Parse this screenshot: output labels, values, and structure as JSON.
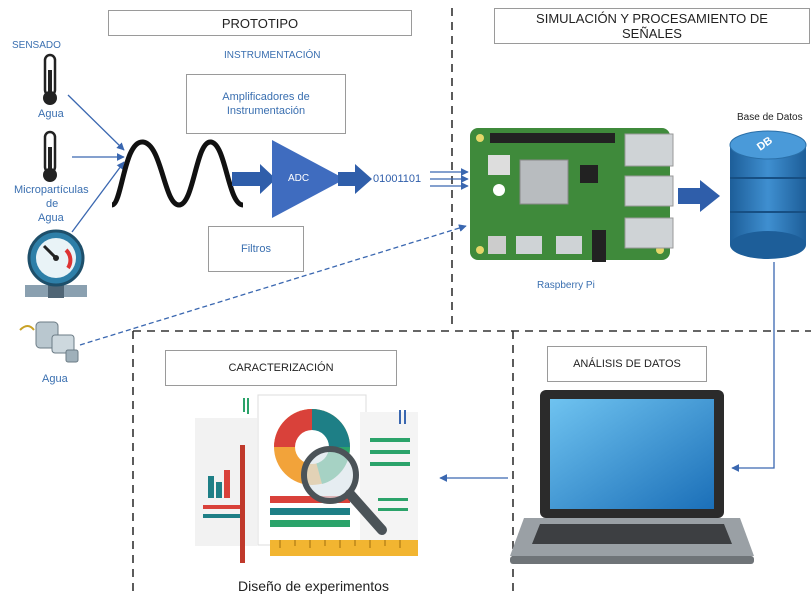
{
  "sections": {
    "prototipo": "PROTOTIPO",
    "simulacion": "SIMULACIÓN Y PROCESAMIENTO DE SEÑALES",
    "caracterizacion": "CARACTERIZACIÓN",
    "analisis": "ANÁLISIS DE DATOS"
  },
  "labels": {
    "sensado": "SENSADO",
    "instrumentacion": "INSTRUMENTACIÓN",
    "agua1": "Agua",
    "micro_l1": "Micropartículas",
    "micro_l2": "de",
    "micro_l3": "Agua",
    "agua2": "Agua",
    "amp_l1": "Amplificadores de",
    "amp_l2": "Instrumentación",
    "filtros": "Filtros",
    "adc": "ADC",
    "binary": "01001101",
    "raspberry": "Raspberry Pi",
    "base_datos": "Base de Datos",
    "db_logo": "DB",
    "diseno": "Diseño de experimentos"
  },
  "colors": {
    "arrow_blue": "#2f5eaa",
    "label_blue": "#3a6fb0",
    "board_green": "#3f8a3b",
    "db_blue": "#2a6fa8"
  }
}
